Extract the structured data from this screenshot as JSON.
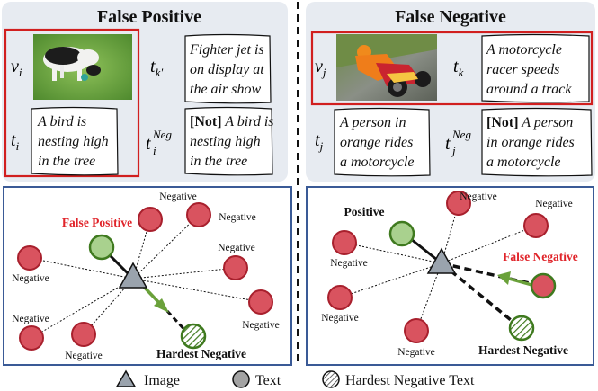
{
  "panels": {
    "left": {
      "title": "False Positive",
      "image_symbol": "v",
      "image_sub": "i",
      "image_desc": "dog-on-grass-photo",
      "caption_pos": [
        "Fighter jet is",
        "on display at",
        "the air show"
      ],
      "caption_pos_symbol": "t",
      "caption_pos_sub": "k'",
      "anchor_text": [
        "A bird is",
        "nesting high",
        "in the tree"
      ],
      "anchor_symbol": "t",
      "anchor_sub": "i",
      "neg_symbol": "t",
      "neg_sub": "i",
      "neg_sup": "Neg",
      "neg_text": [
        "[Not] A bird is",
        "nesting high",
        "in the tree"
      ],
      "neg_bold_prefix": "[Not]",
      "fp_label": "False Positive",
      "hardest_label": "Hardest Negative",
      "negative_label": "Negative"
    },
    "right": {
      "title": "False Negative",
      "image_symbol": "v",
      "image_sub": "j",
      "image_desc": "motorcycle-racer-photo",
      "caption_pos": [
        "A motorcycle",
        "racer speeds",
        "around a track"
      ],
      "caption_pos_symbol": "t",
      "caption_pos_sub": "k",
      "anchor_text": [
        "A person in",
        "orange rides",
        "a motorcycle"
      ],
      "anchor_symbol": "t",
      "anchor_sub": "j",
      "neg_symbol": "t",
      "neg_sub": "j",
      "neg_sup": "Neg",
      "neg_text": [
        "[Not] A person",
        "in orange rides",
        "a motorcycle"
      ],
      "neg_bold_prefix": "[Not]",
      "positive_label": "Positive",
      "fn_label": "False Negative",
      "hardest_label": "Hardest Negative",
      "negative_label": "Negative"
    }
  },
  "legend": {
    "image": "Image",
    "text": "Text",
    "hardest": "Hardest Negative Text"
  },
  "colors": {
    "red_node": "#d9535f",
    "red_stroke": "#a8202d",
    "green_node": "#a9d18e",
    "green_stroke": "#3f7a1f",
    "arrow_green": "#6aa13a",
    "anchor_gray": "#9aa3ad",
    "frame_blue": "#3a5a96",
    "panel_bg": "#e7ebf1",
    "highlight_red": "#d11f1f",
    "label_red": "#e0242a"
  }
}
